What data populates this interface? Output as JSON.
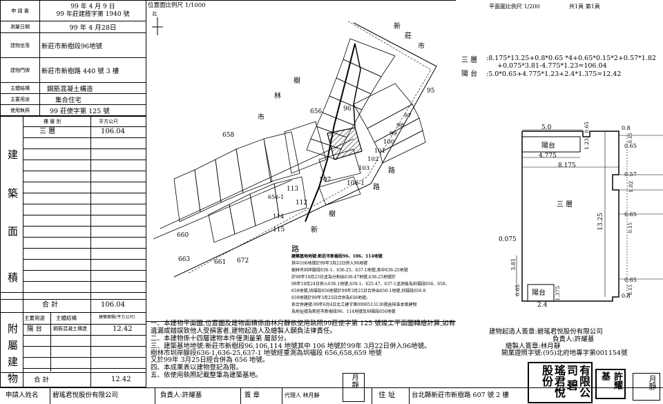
{
  "info": {
    "apply_label": "申 請 書",
    "apply_value_line1": "99 年 4 月 9 日",
    "apply_value_line2": "99 年莊建謄字第 1940 號",
    "survey_date_label": "測量日期",
    "survey_date_value": "99 年 4 月28日",
    "site_label": "建物坐落",
    "site_value": "新莊市新樹段96地號",
    "door_label": "建物門牌",
    "door_value": "新莊市新樹路 440 號  3 樓",
    "structure_label": "主體結構",
    "structure_value": "鋼筋混凝土構造",
    "use_label": "主要用途",
    "use_value": "集合住宅",
    "license_label": "使用執照",
    "license_value": "99 莊使字第   125  號"
  },
  "area_table": {
    "header_floor": "樓 層 別",
    "header_area": "平方公尺",
    "side_chars": [
      "建",
      "築",
      "面",
      "積"
    ],
    "rows": [
      {
        "floor": "三    層",
        "area": "106.04"
      }
    ],
    "total_label": "合         計",
    "total_value": "106.04"
  },
  "appendix": {
    "side_chars": [
      "附",
      "屬",
      "建",
      "物"
    ],
    "header_use": "主要用途",
    "header_structure": "主體結構",
    "header_area": "建築面積(平方公尺)",
    "rows": [
      {
        "use": "陽  台",
        "structure": "鋼筋混凝土構造",
        "area": "12.42"
      }
    ],
    "total_label": "合        計",
    "total_value": "12.42"
  },
  "map": {
    "scale_label": "位置圖比例尺 1/1000",
    "north_label": "北",
    "road_chars": [
      "新",
      "莊",
      "市",
      "樹",
      "林",
      "市",
      "路",
      "新",
      "樹",
      "路"
    ],
    "lot_numbers": [
      "95",
      "96",
      "97",
      "98",
      "99",
      "100",
      "101",
      "102",
      "103",
      "107",
      "106-1",
      "656",
      "658",
      "660",
      "663",
      "661",
      "672",
      "113",
      "112",
      "114",
      "115",
      "656-1"
    ]
  },
  "notes": {
    "road_label": "路",
    "small_notes": [
      "建築基地地號:新莊市新樹段96、106、114地號",
      "其中106地號於99年3月22日併入96地號",
      "樹林市圳岸腳段636-1、636-25、637-1地號,其中636-25地號",
      "於98年10月23日逕為分割出636-47地號,636-25地號於",
      "98年10月24日併入636-1地號,639-1、625-47、637-1逕測後為圳福段656、658、",
      "659地號,圳福段656地號於99年3月25日合併出656-1地號,圳福段656-8",
      "659地號於99年3月25日合併為656地號。",
      "依合併建號:99年6月4日北工建字第0990513130號函核准本案建物",
      "為地址號為新莊市新樹段96、114地號及圳福段656地號"
    ],
    "lines": [
      "一、本建物平面圖,位置圖及建物面積係由林月靜依使用執照99莊使字第 125 號竣工平面圖轉繪計算,如有",
      "      遺漏或錯誤致他人受損害者,建物起造人及繪製人願負法律責任。",
      "二、本建物係十四層建物本件僅測量第          層部分。",
      "三、建築基地地號:新莊市新樹段96,106,114 地號其中 106 地號於99年 3月22日併入96地號。",
      "        樹林市圳岸腳段636-1,636-25,637-1 地號經重測為圳福段 656,658,659 地號",
      "        又於99年 3月25日經合併為 656 地號。",
      "四、本成果表以建物登記為限。",
      "五、依使用執照記載整筆為建築基地。"
    ],
    "signer_owner": "建物起造人簽章:碧瑤君悅股份有限公司",
    "signer_owner_rep": "負責人:許耀基",
    "signer_drafter": "繪製人簽章:林月靜",
    "signer_license": "開業證照字號:(95)北府地專字第001154號"
  },
  "plan": {
    "scale_label": "平面圖比例尺 1/200",
    "page_label": "共1頁  第1頁",
    "formula_floor_label": "三  層",
    "formula_floor_1": ":8.175*13.25+0.8*0.65  *4+0.65*0.15*2+0.57*1.82",
    "formula_floor_2": "+0.075*3.81-4.775*1.23=106.04",
    "formula_balcony_label": "陽  台",
    "formula_balcony": ":5.0*0.65+4.775*1.23+2.4*1.375=12.42",
    "dims": [
      "5.0",
      "0.65",
      "0.8",
      "1.23",
      "0.15",
      "0.65",
      "4.775",
      "8.175",
      "0.57",
      "1.82",
      "0.65",
      "0.15",
      "13.25",
      "0.075",
      "3.81",
      "0.65",
      "0.15",
      "0.8",
      "0.65",
      "1.375",
      "2.4"
    ],
    "room_floor": "三  層",
    "room_balcony_top": "陽台",
    "room_balcony_bottom": "陽台"
  },
  "bottom": {
    "applicant_label": "申請人姓名",
    "applicant_value": "碧瑤君悅股份有限公司",
    "rep_label": "負責人:許耀基",
    "seal_label": "簽  章",
    "agent_label": "代理人 林月靜",
    "address_label": "住  址",
    "address_value": "台北縣新莊市新樹路 607 號 2 樓"
  },
  "stamps": {
    "stamp_left": "月靜",
    "stamp_company": "有限公司 碧瑤君悅股份",
    "stamp_rep": "許耀基",
    "stamp_right": "月靜"
  }
}
